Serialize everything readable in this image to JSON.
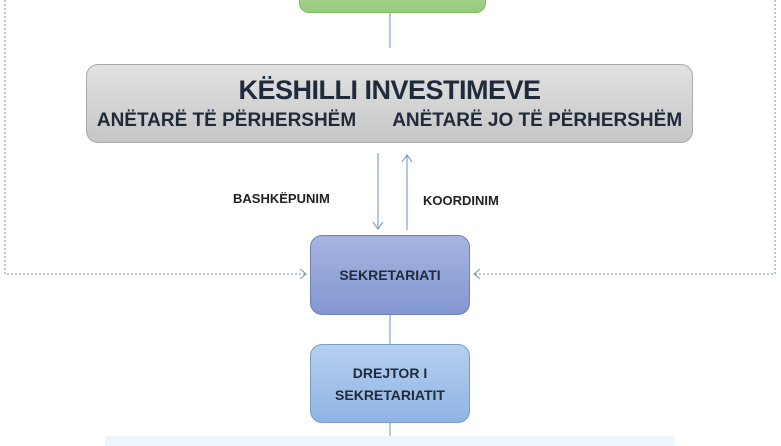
{
  "council": {
    "title": "KËSHILLI INVESTIMEVE",
    "permanent_members": "ANËTARË TË PËRHERSHËM",
    "non_permanent_members": "ANËTARË JO TË PËRHERSHËM"
  },
  "connectors": {
    "down_label": "BASHKËPUNIM",
    "up_label": "KOORDINIM"
  },
  "secretariat": {
    "label": "SEKRETARIATI"
  },
  "director": {
    "line1": "DREJTOR I",
    "line2": "SEKRETARIATIT"
  },
  "colors": {
    "green": "#98cc7c",
    "gray": "#c6c6c6",
    "secretariat": "#8397d2",
    "director": "#8fb4e4",
    "line": "#6f93b3"
  }
}
